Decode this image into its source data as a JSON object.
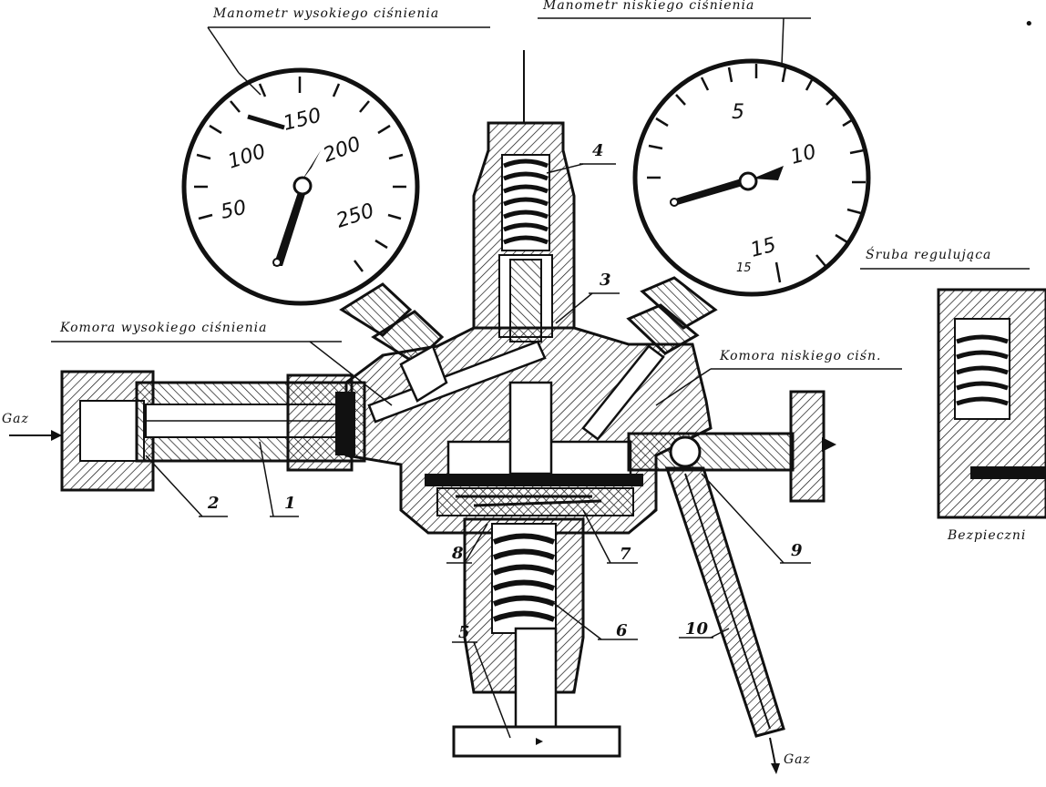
{
  "labels": {
    "hp_gauge": "Manometr wysokiego ciśnienia",
    "lp_gauge": "Manometr niskiego ciśnienia",
    "hp_chamber": "Komora wysokiego ciśnienia",
    "lp_chamber": "Komora niskiego ciśn.",
    "adjusting_screw": "Śruba regulująca",
    "safety_valve": "Bezpieczni",
    "gas_in": "Gaz",
    "gas_out": "Gaz"
  },
  "hp_scale": [
    "50",
    "100",
    "150",
    "200",
    "250"
  ],
  "lp_scale": [
    "5",
    "10",
    "15",
    "15"
  ],
  "parts": [
    "1",
    "2",
    "3",
    "4",
    "5",
    "6",
    "7",
    "8",
    "9",
    "10"
  ],
  "mark": "•"
}
